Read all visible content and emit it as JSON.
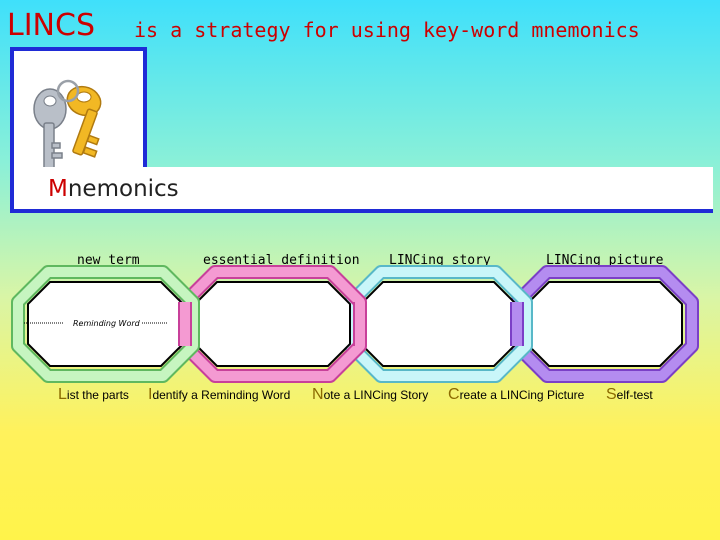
{
  "title": {
    "main": "LINCS",
    "subtitle": "is a strategy for using key-word mnemonics"
  },
  "banner": {
    "first_letter": "M",
    "rest": "nemonics"
  },
  "headers": [
    "new term",
    "essential definition",
    "LINCing story",
    "LINCing picture"
  ],
  "reminding_word_label": "Reminding Word",
  "steps": [
    {
      "cap": "L",
      "rest": "ist the parts"
    },
    {
      "cap": "I",
      "rest": "dentify a Reminding Word"
    },
    {
      "cap": "N",
      "rest": "ote a LINCing Story"
    },
    {
      "cap": "C",
      "rest": "reate a LINCing Picture"
    },
    {
      "cap": "S",
      "rest": "elf-test"
    }
  ],
  "colors": {
    "title": "#cc0000",
    "frame": "#1f2bd6",
    "link_green": "#c6f5c0",
    "link_pink": "#f49ad2",
    "link_cyan": "#c9f6f9",
    "link_purple": "#b48cf0",
    "step_capital": "#8b6a00"
  },
  "icons": [
    "keys-icon"
  ]
}
